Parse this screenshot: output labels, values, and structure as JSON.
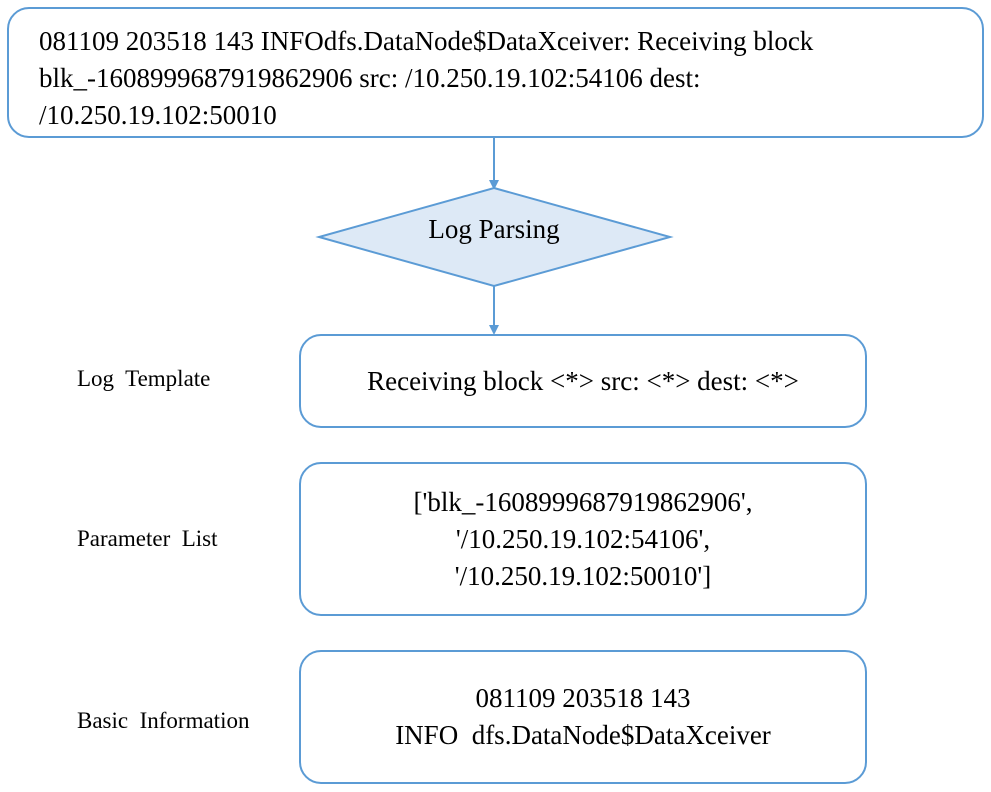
{
  "raw_log": {
    "lines": [
      "081109 203518 143 INFOdfs.DataNode$DataXceiver: Receiving block",
      "blk_-1608999687919862906 src: /10.250.19.102:54106 dest:",
      "/10.250.19.102:50010"
    ]
  },
  "process": {
    "label": "Log Parsing"
  },
  "rows": {
    "template": {
      "label": "Log  Template",
      "content": "Receiving block <*> src: <*> dest: <*>"
    },
    "parameters": {
      "label": "Parameter  List",
      "lines": [
        "['blk_-1608999687919862906',",
        "'/10.250.19.102:54106',",
        "'/10.250.19.102:50010']"
      ]
    },
    "basic": {
      "label": "Basic  Information",
      "lines": [
        "081109 203518 143",
        "INFO  dfs.DataNode$DataXceiver"
      ]
    }
  },
  "colors": {
    "border": "#5b9bd5",
    "diamond_fill": "#dde9f6"
  }
}
